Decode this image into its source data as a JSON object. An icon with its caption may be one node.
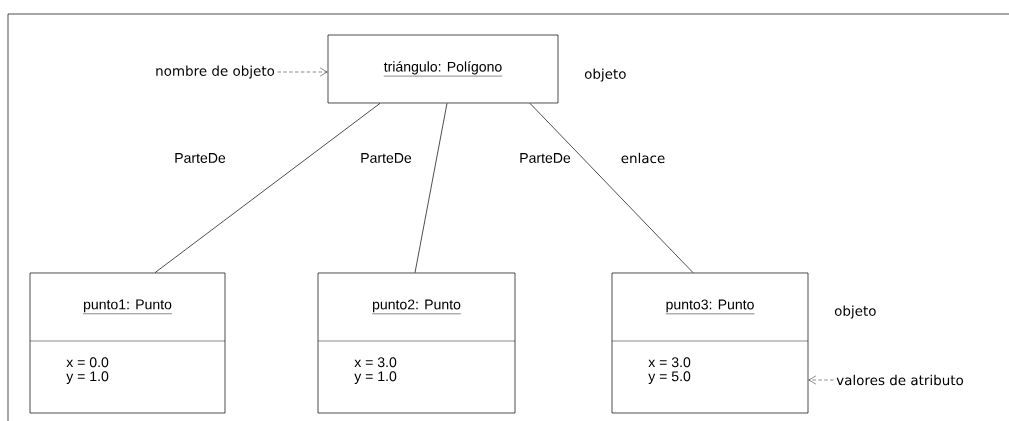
{
  "diagram": {
    "nodes": [
      {
        "text": [
          "triángulo: Polígono"
        ],
        "beside": [
          "objeto"
        ]
      },
      {
        "text": [
          "punto1: Punto",
          "x = 0.0 y = 1.0"
        ]
      },
      {
        "text": [
          "punto2: Punto",
          "x = 3.0 y = 1.0"
        ]
      },
      {
        "text": [
          "punto3: Punto",
          "x = 3.0 y = 5.0"
        ],
        "beside": [
          "objeto"
        ]
      },
      {
        "text": [
          "nombre de objeto"
        ]
      },
      {
        "text": [
          "valores de atributo"
        ]
      }
    ],
    "edges": [
      {
        "from": 0,
        "to": 1,
        "arrow": "none",
        "label": "ParteDe"
      },
      {
        "from": 0,
        "to": 2,
        "arrow": "none",
        "label": "ParteDe"
      },
      {
        "from": 0,
        "to": 3,
        "arrow": "none",
        "label": "ParteDe"
      },
      {
        "from": 4,
        "to": 0,
        "arrow": "to",
        "style": "dashed"
      },
      {
        "from": 5,
        "to": 3,
        "arrow": "to",
        "style": "dashed"
      }
    ],
    "labels": [
      "enlace"
    ]
  }
}
